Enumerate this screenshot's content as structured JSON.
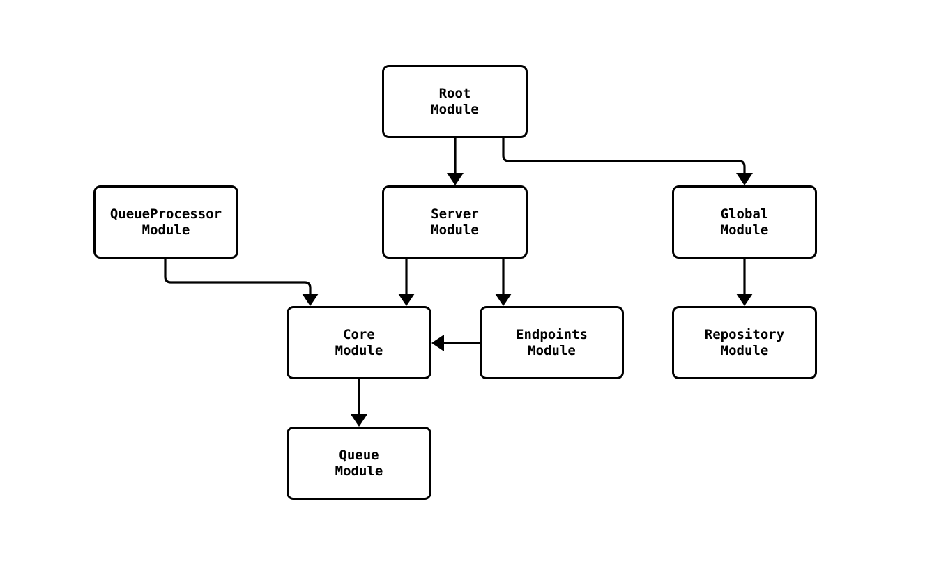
{
  "diagram": {
    "type": "module-dependency-flowchart",
    "background_color": "#ffffff",
    "node_fill_color": "#ffffff",
    "line_color": "#000000",
    "text_color": "#000000",
    "nodes": [
      {
        "id": "root",
        "label": "Root\nModule"
      },
      {
        "id": "queueprocessor",
        "label": "QueueProcessor\nModule"
      },
      {
        "id": "server",
        "label": "Server\nModule"
      },
      {
        "id": "global",
        "label": "Global\nModule"
      },
      {
        "id": "core",
        "label": "Core\nModule"
      },
      {
        "id": "endpoints",
        "label": "Endpoints\nModule"
      },
      {
        "id": "repository",
        "label": "Repository\nModule"
      },
      {
        "id": "queue",
        "label": "Queue\nModule"
      }
    ],
    "edges": [
      {
        "from": "Root Module",
        "to": "Server Module"
      },
      {
        "from": "Root Module",
        "to": "Global Module"
      },
      {
        "from": "QueueProcessor Module",
        "to": "Core Module"
      },
      {
        "from": "Server Module",
        "to": "Core Module"
      },
      {
        "from": "Server Module",
        "to": "Endpoints Module"
      },
      {
        "from": "Endpoints Module",
        "to": "Core Module"
      },
      {
        "from": "Core Module",
        "to": "Queue Module"
      },
      {
        "from": "Global Module",
        "to": "Repository Module"
      }
    ]
  }
}
